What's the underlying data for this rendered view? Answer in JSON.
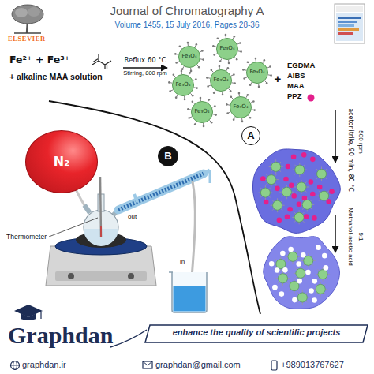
{
  "diagram": {
    "title": "Journal of Chromatography A",
    "nodes": [
      {
        "text": [
          "Fe₃O₄"
        ]
      },
      {
        "text": [
          "Fe₃O₄"
        ]
      },
      {
        "text": [
          "Fe₃O₄"
        ]
      },
      {
        "text": [
          "Fe₃O₄"
        ]
      },
      {
        "text": [
          "Fe₃O₄"
        ]
      },
      {
        "text": [
          "Fe₃O₄"
        ]
      },
      {
        "text": [
          "Fe₃O₄"
        ]
      },
      {
        "text": [
          "A"
        ]
      },
      {
        "text": [
          "B"
        ]
      },
      {
        "text": [
          "N₂"
        ]
      }
    ],
    "labels": [
      "ELSEVIER",
      "Volume 1455, 15 July 2016, Pages 28-36",
      "Fe²⁺ + Fe³⁺",
      "+ alkaline MAA solution",
      "Reflux 60 °C",
      "Stirring, 800 rpm",
      "+",
      "EGDMA",
      "AIBS",
      "MAA",
      "PPZ",
      "acetonitrile, 90 min, 80 °C",
      "500 rpm",
      "Methanol-acetic acid",
      "9:1",
      "Thermometer",
      "out",
      "in",
      "Graphdan",
      "enhance the quality of scientific projects",
      "graphdan.ir",
      "graphdan@gmail.com",
      "+989013767627"
    ]
  }
}
